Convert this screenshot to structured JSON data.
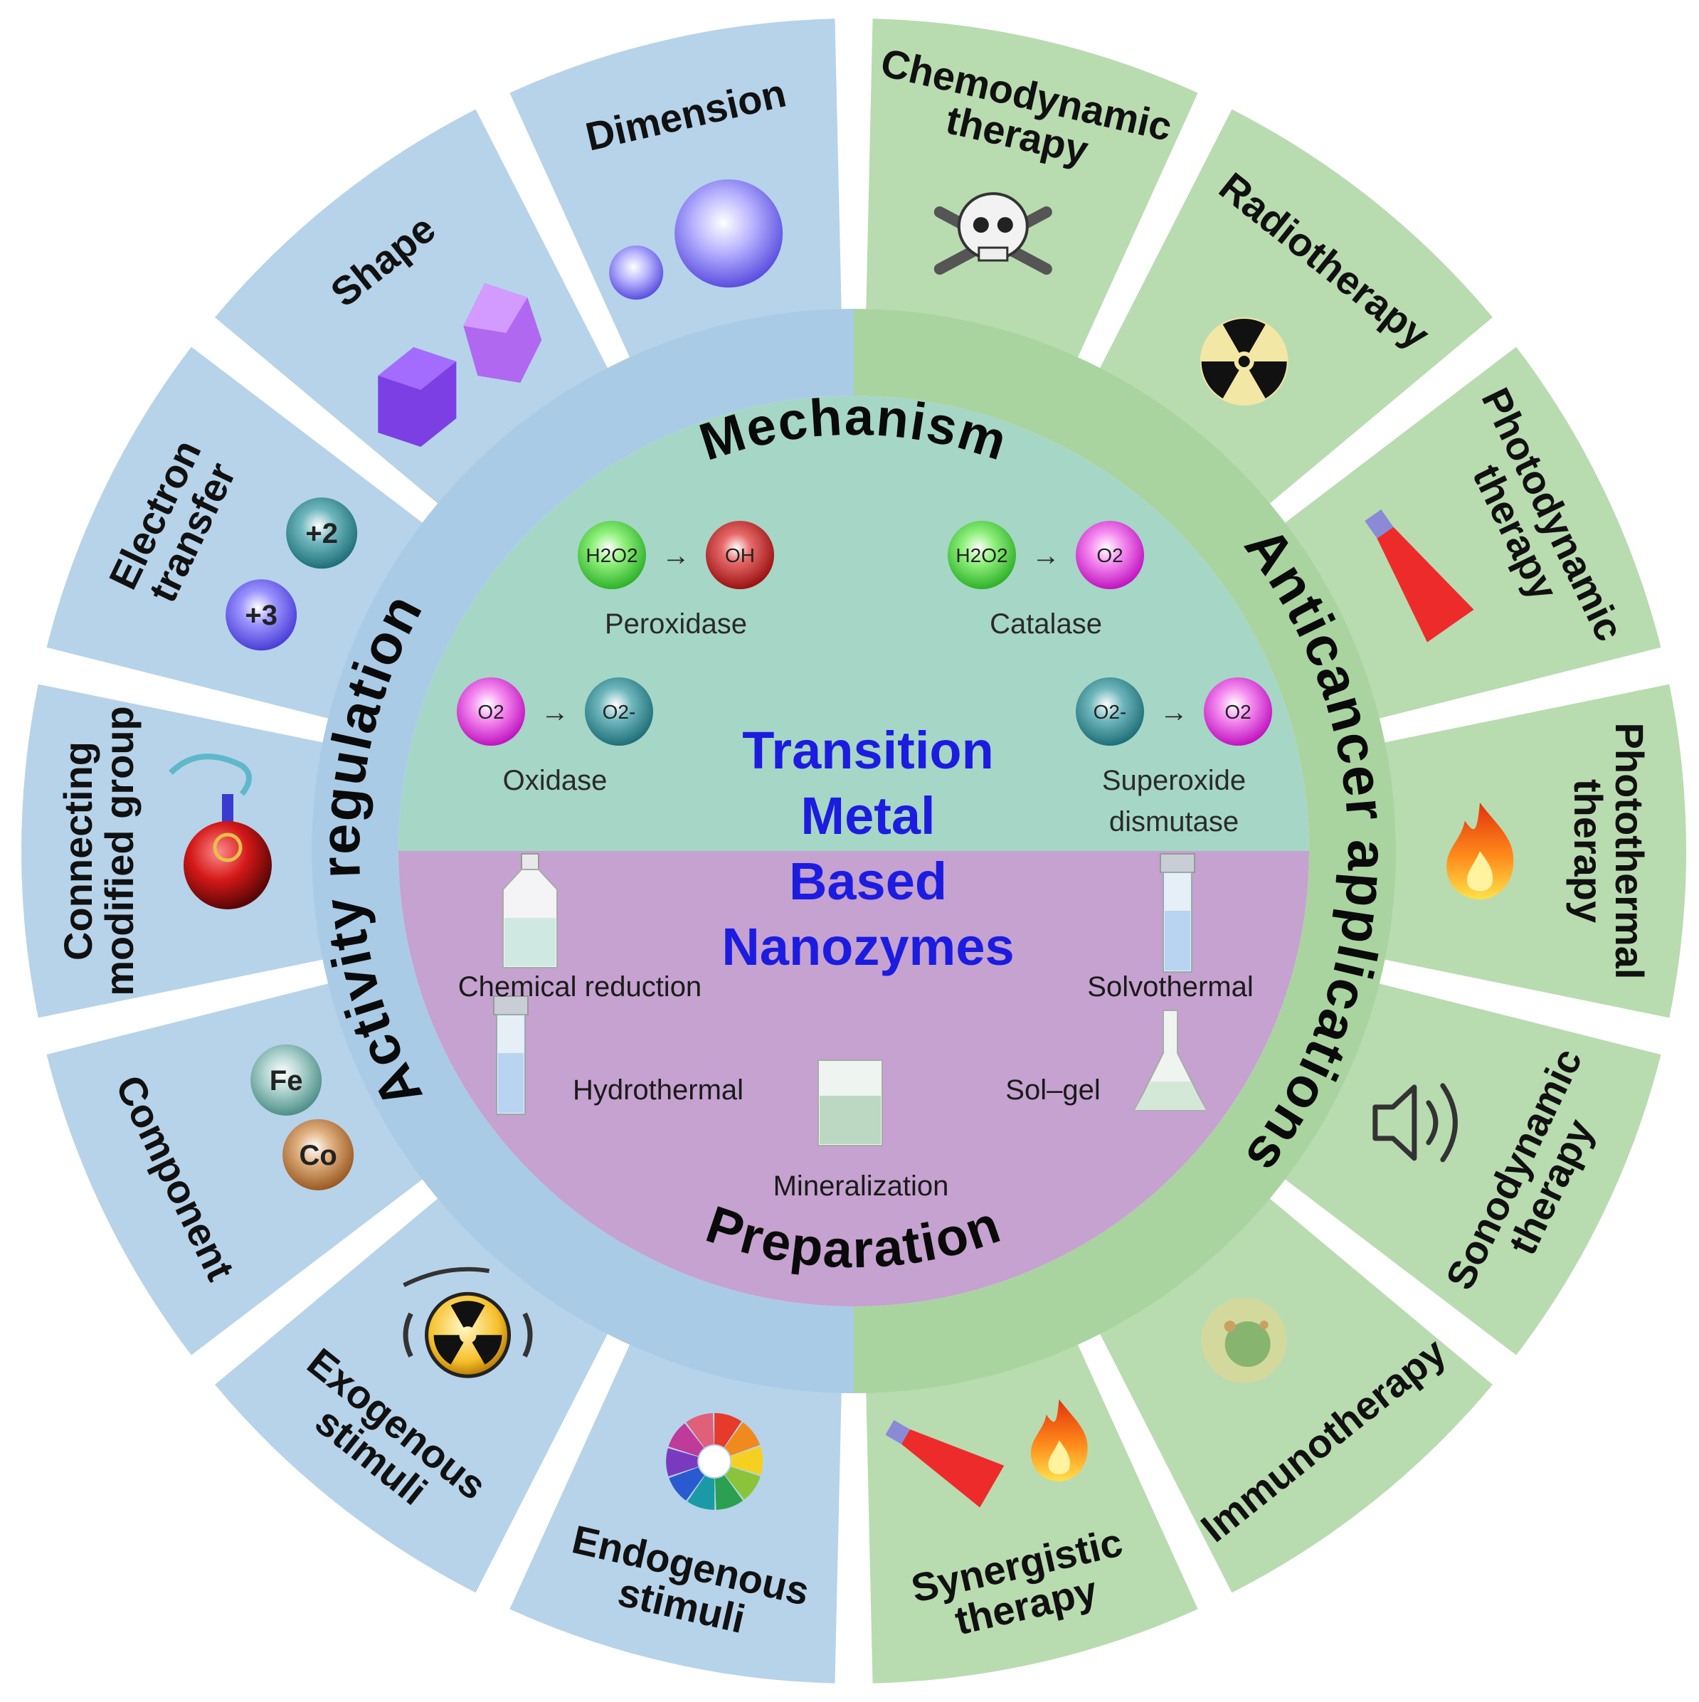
{
  "center": {
    "title_lines": [
      "Transition",
      "Metal",
      "Based",
      "Nanozymes"
    ]
  },
  "inner": {
    "mechanism_heading": "Mechanism",
    "preparation_heading": "Preparation",
    "enzymes": [
      {
        "label": "Peroxidase",
        "from": "H2O2",
        "to": "OH"
      },
      {
        "label": "Catalase",
        "from": "H2O2",
        "to": "O2"
      },
      {
        "label": "Oxidase",
        "from": "O2",
        "to": "O2-"
      },
      {
        "label_lines": [
          "Superoxide",
          "dismutase"
        ],
        "from": "O2-",
        "to": "O2"
      }
    ],
    "arrow": "→",
    "preparation_methods": [
      "Chemical reduction",
      "Solvothermal",
      "Hydrothermal",
      "Sol–gel",
      "Mineralization"
    ]
  },
  "middle_ring": {
    "left_label": "Activity regulation",
    "right_label": "Anticancer applications"
  },
  "left_segments": [
    {
      "id": "dimension",
      "lines": [
        "Dimension"
      ]
    },
    {
      "id": "shape",
      "lines": [
        "Shape"
      ]
    },
    {
      "id": "electron-transfer",
      "lines": [
        "Electron",
        "transfer"
      ],
      "beads": [
        "+2",
        "+3"
      ]
    },
    {
      "id": "connecting-modified-group",
      "lines": [
        "Connecting",
        "modified group"
      ]
    },
    {
      "id": "component",
      "lines": [
        "Component"
      ],
      "beads": [
        "Fe",
        "Co"
      ]
    },
    {
      "id": "exogenous-stimuli",
      "lines": [
        "Exogenous",
        "stimuli"
      ]
    },
    {
      "id": "endogenous-stimuli",
      "lines": [
        "Endogenous",
        "stimuli"
      ]
    }
  ],
  "right_segments": [
    {
      "id": "chemodynamic-therapy",
      "lines": [
        "Chemodynamic",
        "therapy"
      ]
    },
    {
      "id": "radiotherapy",
      "lines": [
        "Radiotherapy"
      ]
    },
    {
      "id": "photodynamic-therapy",
      "lines": [
        "Photodynamic",
        "therapy"
      ]
    },
    {
      "id": "photothermal-therapy",
      "lines": [
        "Photothermal",
        "therapy"
      ]
    },
    {
      "id": "sonodynamic-therapy",
      "lines": [
        "Sonodynamic",
        "therapy"
      ]
    },
    {
      "id": "immunotherapy",
      "lines": [
        "Immunotherapy"
      ]
    },
    {
      "id": "synergistic-therapy",
      "lines": [
        "Synergistic",
        "therapy"
      ]
    }
  ],
  "colors": {
    "left_outer": "#b6d3ea",
    "left_mid": "#aacbe6",
    "right_outer": "#b9dbb0",
    "right_mid": "#a9d4a0",
    "inner_top": "#a6d6c6",
    "inner_bottom": "#c5a2cf",
    "center_text": "#1c1ce0"
  },
  "icons": {
    "dimension": "spheres-icon",
    "shape": "cube-icon",
    "connecting": "ball-linker-icon",
    "exogenous": "radiation-waves-icon",
    "endogenous": "color-wheel-icon",
    "chemodynamic": "skull-icon",
    "radiotherapy": "radiation-icon",
    "photodynamic": "laser-icon",
    "photothermal": "flame-icon",
    "sonodynamic": "speaker-icon",
    "immunotherapy": "immune-cell-icon",
    "synergistic": "laser-flame-icon"
  }
}
